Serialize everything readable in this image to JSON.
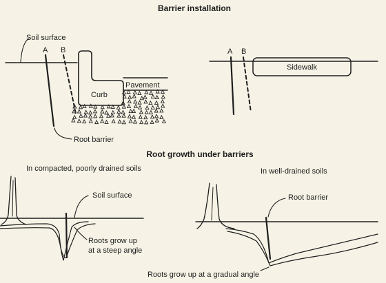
{
  "top": {
    "title": "Barrier installation",
    "soil_surface": "Soil surface",
    "label_a": "A",
    "label_b": "B",
    "curb": "Curb",
    "pavement": "Pavement",
    "root_barrier": "Root barrier",
    "sidewalk": "Sidewalk"
  },
  "bottom": {
    "title": "Root growth  under barriers",
    "left_heading": "In compacted, poorly drained soils",
    "right_heading": "In well-drained soils",
    "soil_surface": "Soil surface",
    "roots_steep_1": "Roots grow up",
    "roots_steep_2": "at a steep angle",
    "root_barrier": "Root barrier",
    "roots_gradual": "Roots grow up at a gradual angle"
  }
}
